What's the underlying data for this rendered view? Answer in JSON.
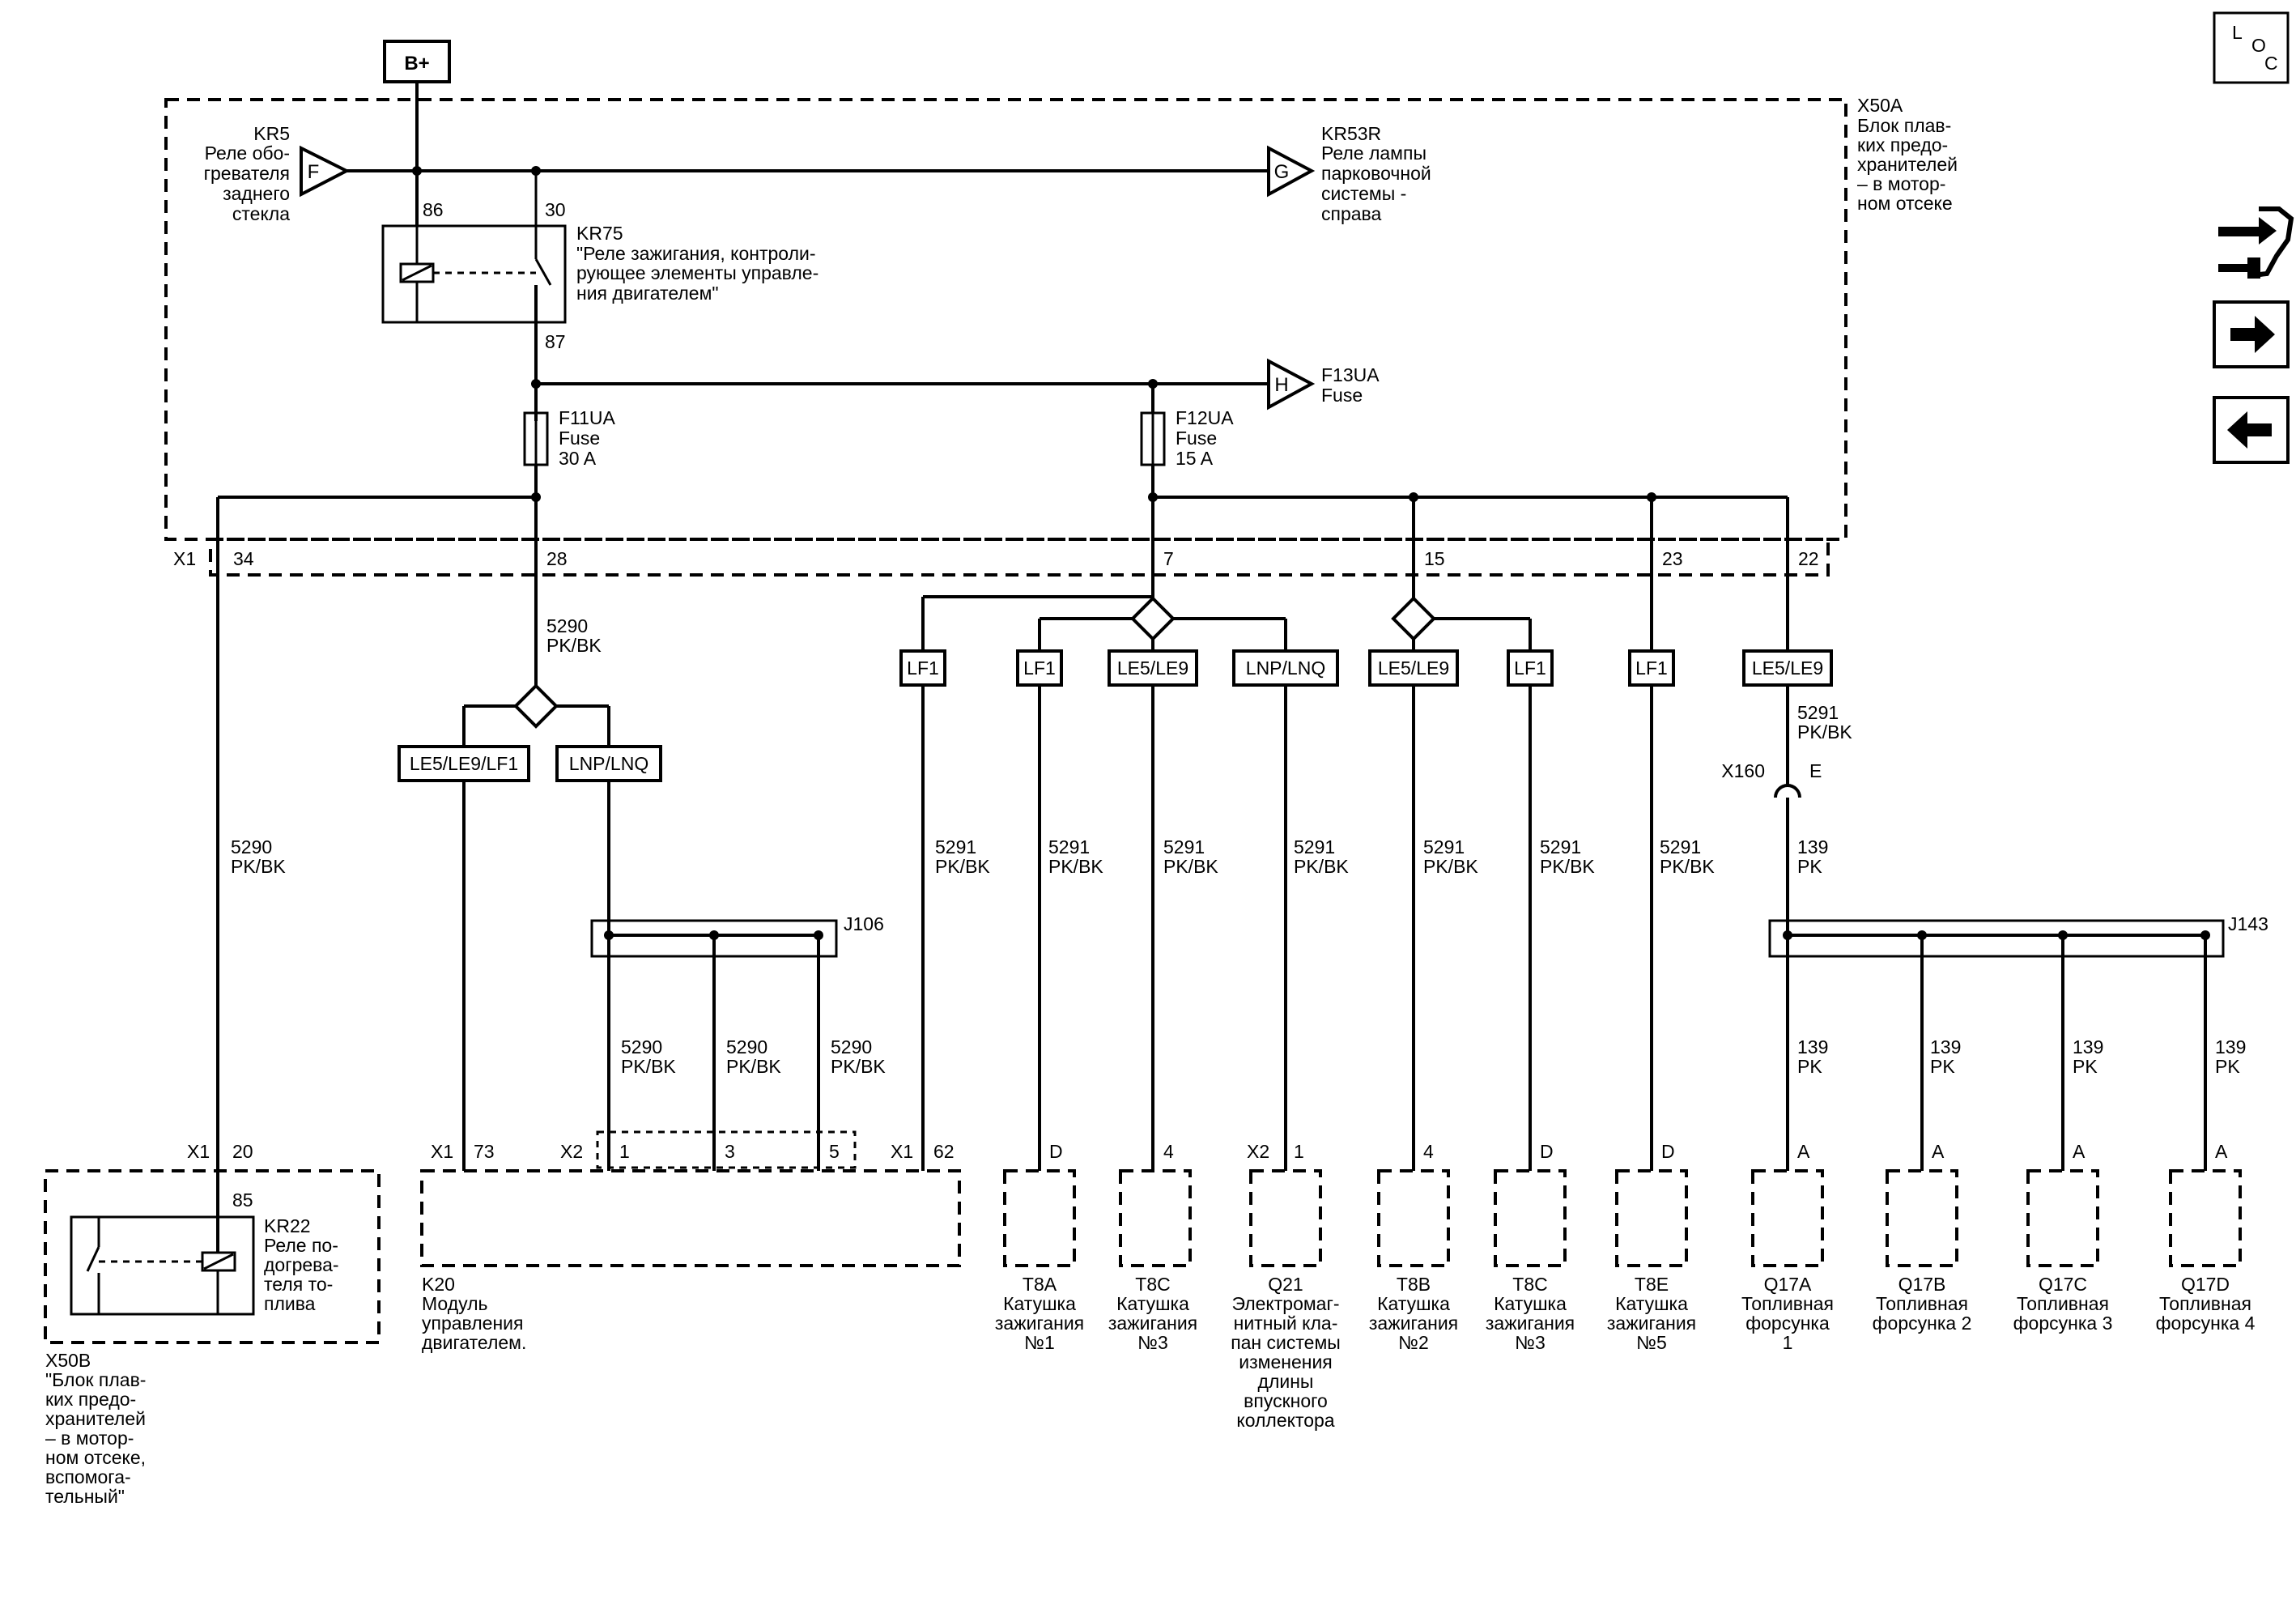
{
  "power": {
    "bplus": "B+"
  },
  "x50a": {
    "id": "X50A",
    "desc": [
      "Блок плав-",
      "ких предо-",
      "хранителей",
      "– в мотор-",
      "ном отсеке"
    ],
    "connector": "X1"
  },
  "kr5": {
    "id": "KR5",
    "desc": [
      "Реле обо-",
      "гревателя",
      "заднего",
      "стекла"
    ],
    "flag": "F"
  },
  "kr53r": {
    "id": "KR53R",
    "desc": [
      "Реле лампы",
      "парковочной",
      "системы -",
      "справа"
    ],
    "flag": "G"
  },
  "kr75": {
    "id": "KR75",
    "desc": [
      "\"Реле зажигания, контроли-",
      "рующее элементы управле-",
      "ния двигателем\""
    ],
    "pin86": "86",
    "pin30": "30",
    "pin87": "87"
  },
  "f13ua": {
    "id": "F13UA",
    "desc": "Fuse",
    "flag": "H"
  },
  "f11ua": {
    "id": "F11UA",
    "desc": "Fuse",
    "rating": "30 A"
  },
  "f12ua": {
    "id": "F12UA",
    "desc": "Fuse",
    "rating": "15 A"
  },
  "x1_pins": [
    "34",
    "28",
    "7",
    "15",
    "23",
    "22"
  ],
  "wires": {
    "w5290": "5290",
    "w5291": "5291",
    "pkbk": "PK/BK",
    "w139": "139",
    "pk": "PK"
  },
  "options": {
    "le_lf": "LE5/LE9/LF1",
    "lnp": "LNP/LNQ",
    "lf1": "LF1",
    "le": "LE5/LE9"
  },
  "x160": {
    "id": "X160",
    "pin": "E"
  },
  "j106": "J106",
  "j143": "J143",
  "x50b": {
    "id": "X50B",
    "desc": [
      "\"Блок плав-",
      "ких предо-",
      "хранителей",
      "– в мотор-",
      "ном отсеке,",
      "вспомога-",
      "тельный\""
    ],
    "conn": "X1",
    "pin20": "20",
    "pin85": "85"
  },
  "kr22": {
    "id": "KR22",
    "desc": [
      "Реле по-",
      "догрева-",
      "теля то-",
      "плива"
    ]
  },
  "k20": {
    "id": "K20",
    "desc": [
      "Модуль",
      "управления",
      "двигателем."
    ],
    "x1": "X1",
    "pin73": "73",
    "x2": "X2",
    "pin1": "1",
    "pin3": "3",
    "pin5": "5",
    "x1b": "X1",
    "pin62": "62"
  },
  "components": [
    {
      "id": "T8A",
      "pin": "D",
      "desc": [
        "Катушка",
        "зажигания",
        "№1"
      ]
    },
    {
      "id": "T8C",
      "pin": "4",
      "desc": [
        "Катушка",
        "зажигания",
        "№3"
      ]
    },
    {
      "id": "Q21",
      "conn": "X2",
      "pin": "1",
      "desc": [
        "Электромаг-",
        "нитный кла-",
        "пан системы",
        "изменения",
        "длины",
        "впускного",
        "коллектора"
      ]
    },
    {
      "id": "T8B",
      "pin": "4",
      "desc": [
        "Катушка",
        "зажигания",
        "№2"
      ]
    },
    {
      "id": "T8C",
      "pin": "D",
      "desc": [
        "Катушка",
        "зажигания",
        "№3"
      ]
    },
    {
      "id": "T8E",
      "pin": "D",
      "desc": [
        "Катушка",
        "зажигания",
        "№5"
      ]
    },
    {
      "id": "Q17A",
      "pin": "A",
      "desc": [
        "Топливная",
        "форсунка",
        "1"
      ]
    },
    {
      "id": "Q17B",
      "pin": "A",
      "desc": [
        "Топливная",
        "форсунка 2"
      ]
    },
    {
      "id": "Q17C",
      "pin": "A",
      "desc": [
        "Топливная",
        "форсунка 3"
      ]
    },
    {
      "id": "Q17D",
      "pin": "A",
      "desc": [
        "Топливная",
        "форсунка 4"
      ]
    }
  ],
  "sidebar": {
    "loc": {
      "l": "L",
      "o": "O",
      "c": "C"
    },
    "icons": [
      "connector-view-icon",
      "next-page-icon",
      "previous-page-icon"
    ]
  }
}
